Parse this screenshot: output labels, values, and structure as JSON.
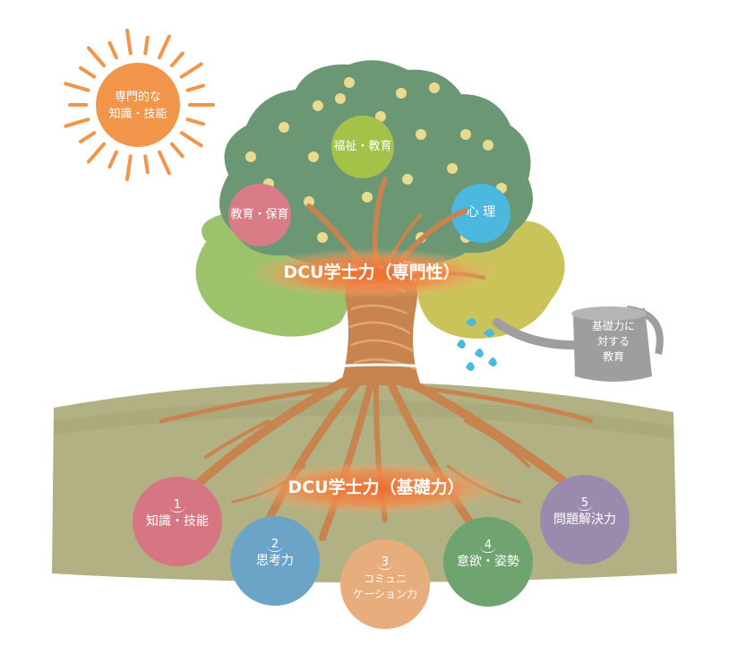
{
  "sun": {
    "lines": [
      "専門的な",
      "知識・技能"
    ],
    "color": "#F0954A"
  },
  "upper": {
    "label": "DCU学士力（専門性）"
  },
  "lower": {
    "label": "DCU学士力（基礎力）"
  },
  "specialties": [
    {
      "id": "fukushi",
      "label": "福祉・教育",
      "color": "#A3C247"
    },
    {
      "id": "hoiku",
      "label": "教育・保育",
      "color": "#D97C86"
    },
    {
      "id": "shinri",
      "label": "心 理",
      "color": "#4BB9DF"
    }
  ],
  "watering_can": {
    "lines": [
      "基礎力に",
      "対する",
      "教育"
    ],
    "color": "#9E9E9E"
  },
  "abilities": [
    {
      "num": "1",
      "lines": [
        "知識・技能"
      ],
      "color": "#D57682"
    },
    {
      "num": "2",
      "lines": [
        "思考力"
      ],
      "color": "#6BA4C6"
    },
    {
      "num": "3",
      "lines": [
        "コミュニ",
        "ケーション力"
      ],
      "color": "#E8AD7D"
    },
    {
      "num": "4",
      "lines": [
        "意欲・姿勢"
      ],
      "color": "#6FA471"
    },
    {
      "num": "5",
      "lines": [
        "問題解決力"
      ],
      "color": "#9A8AAE"
    }
  ],
  "colors": {
    "ground": "#B1B184",
    "canopy": "#6B9774",
    "leaf_light": "#9DC26C",
    "leaf_yellow": "#CAC35A",
    "trunk": "#C8844E",
    "glow": "#F07A3A"
  }
}
